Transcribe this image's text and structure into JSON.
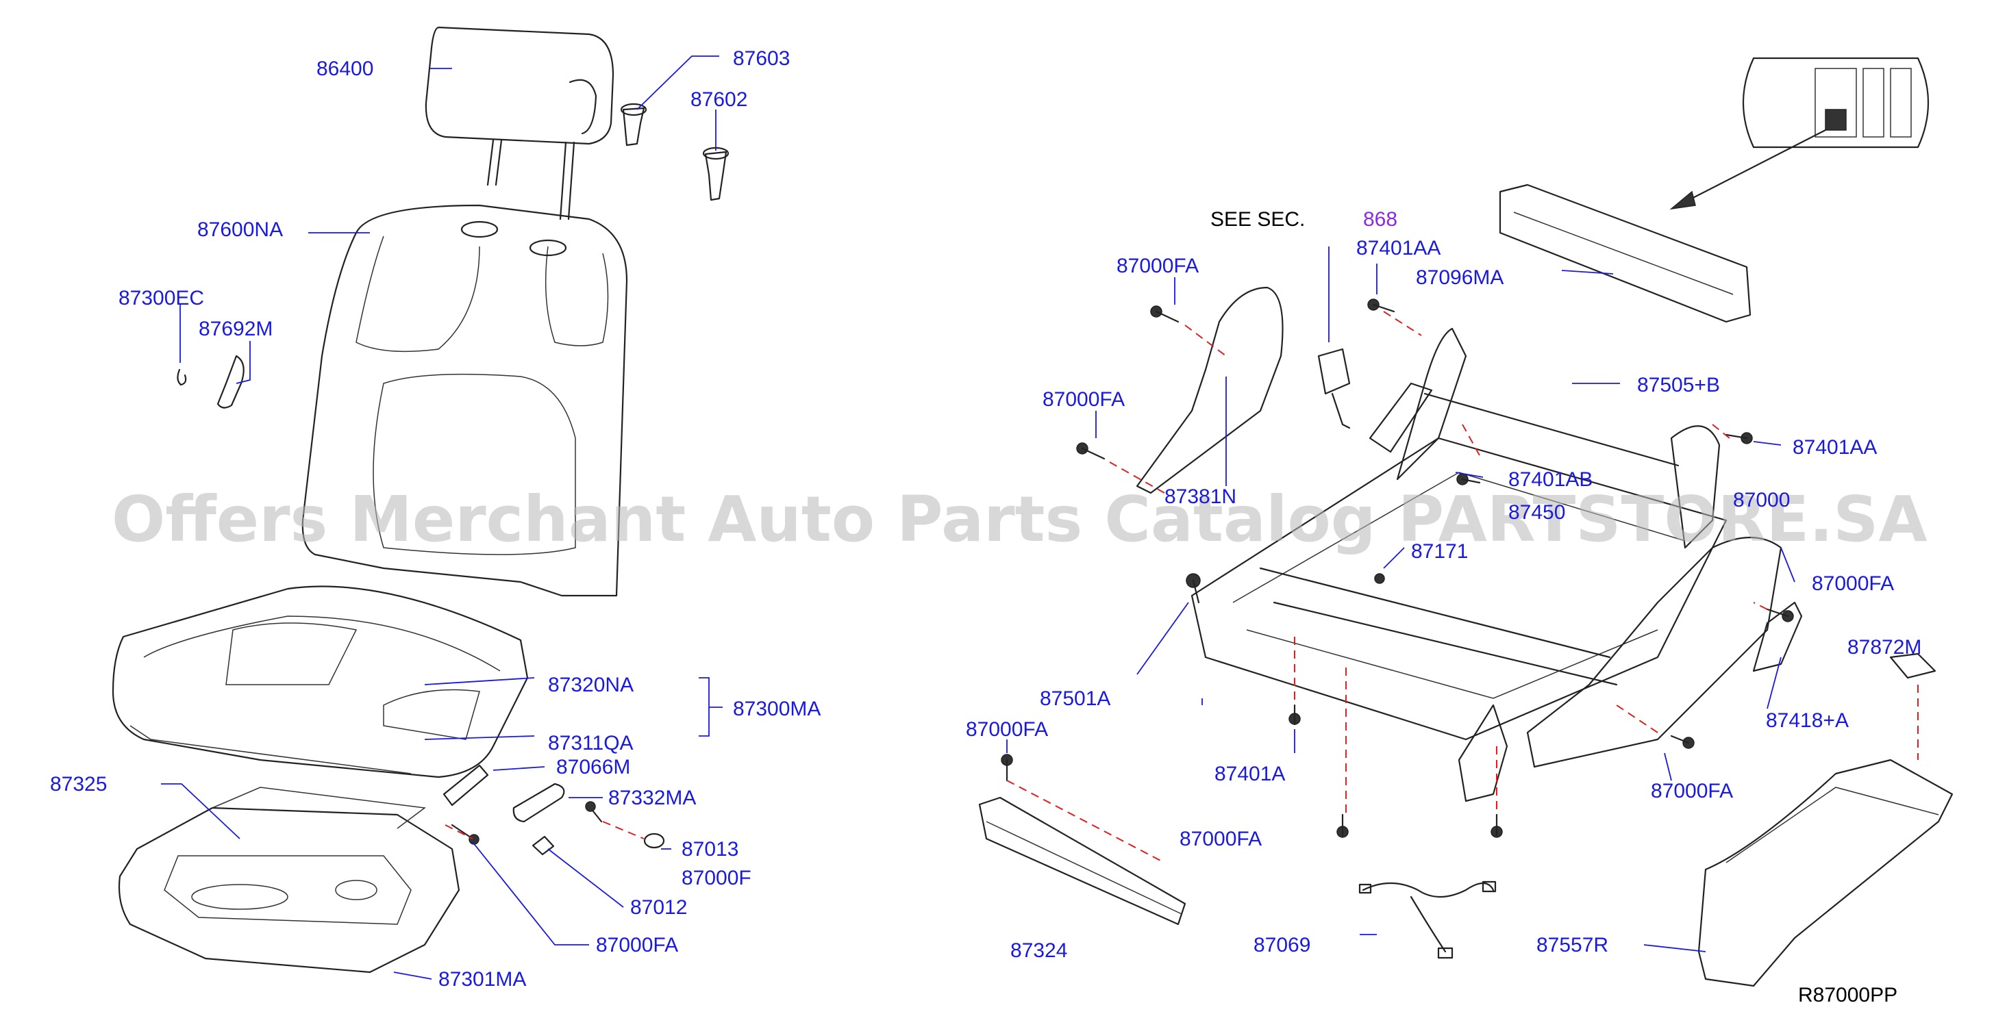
{
  "watermark": "Offers Merchant Auto Parts Catalog PARTSTORE.SA",
  "diagram_code": "R87000PP",
  "see_sec": {
    "text": "SEE SEC.",
    "section": "868"
  },
  "labels": {
    "p86400": "86400",
    "p87603": "87603",
    "p87602": "87602",
    "p87600NA": "87600NA",
    "p87300EC": "87300EC",
    "p87692M": "87692M",
    "p87320NA": "87320NA",
    "p87300MA": "87300MA",
    "p87311QA": "87311QA",
    "p87325": "87325",
    "p87066M": "87066M",
    "p87332MA": "87332MA",
    "p87013": "87013",
    "p87000F": "87000F",
    "p87012": "87012",
    "p87000FA_left": "87000FA",
    "p87301MA": "87301MA",
    "p87000FA_r1": "87000FA",
    "p87401AA_top": "87401AA",
    "p87096MA": "87096MA",
    "p87000FA_r2": "87000FA",
    "p87505B": "87505+B",
    "p87401AA_right": "87401AA",
    "p87381N": "87381N",
    "p87401AB": "87401AB",
    "p87450": "87450",
    "p87000_partial": "87000",
    "p87171": "87171",
    "p87000FA_r3": "87000FA",
    "p87872M": "87872M",
    "p87501A": "87501A",
    "p87418A": "87418+A",
    "p87000FA_r4": "87000FA",
    "p87401A": "87401A",
    "p87000FA_r5": "87000FA",
    "p87000FA_r6": "87000FA",
    "p87324": "87324",
    "p87069": "87069",
    "p87557R": "87557R"
  }
}
